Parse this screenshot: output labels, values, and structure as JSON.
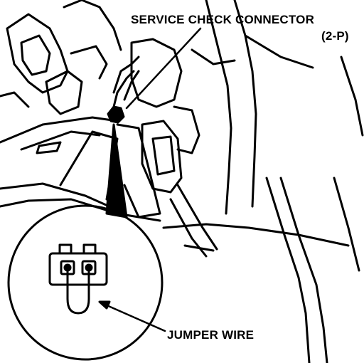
{
  "labels": {
    "service_check_connector": "SERVICE CHECK CONNECTOR",
    "connector_pins": "(2-P)",
    "jumper_wire": "JUMPER WIRE"
  },
  "colors": {
    "ink": "#000000",
    "paper": "#ffffff"
  }
}
